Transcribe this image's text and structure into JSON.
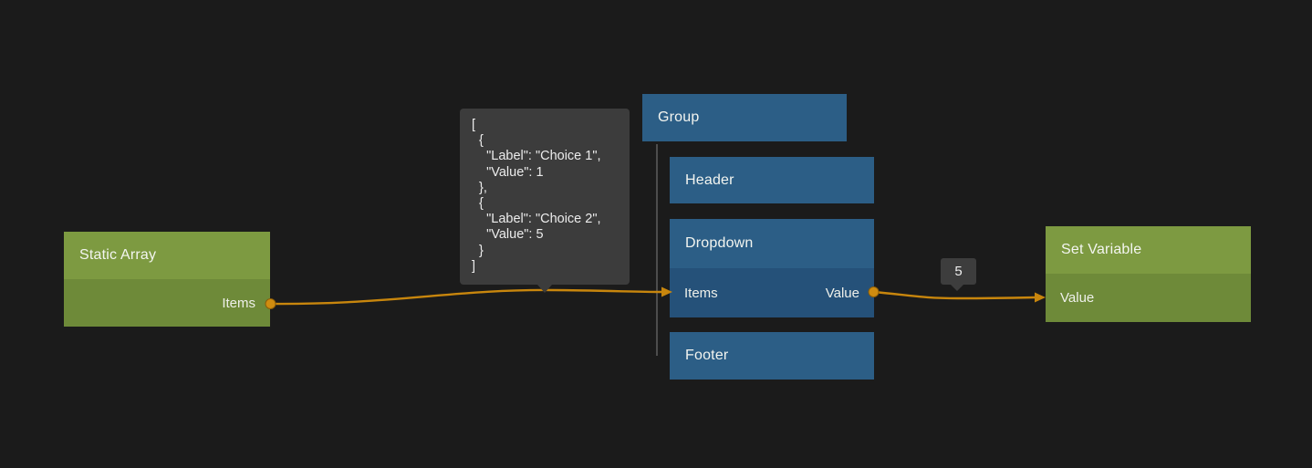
{
  "nodes": {
    "static_array": {
      "title": "Static Array",
      "ports": {
        "output": "Items"
      },
      "header_color": "#7d9a41",
      "body_color": "#6e8a39"
    },
    "group": {
      "title": "Group",
      "color": "#2c5e86"
    },
    "header": {
      "title": "Header",
      "color": "#2c5e86"
    },
    "dropdown": {
      "title": "Dropdown",
      "ports": {
        "input": "Items",
        "output": "Value"
      },
      "header_color": "#2c5e86",
      "body_color": "#255179"
    },
    "footer": {
      "title": "Footer",
      "color": "#2c5e86"
    },
    "set_variable": {
      "title": "Set Variable",
      "ports": {
        "input": "Value"
      },
      "header_color": "#7d9a41",
      "body_color": "#6e8a39"
    }
  },
  "tooltip": {
    "text": "[\n  {\n    \"Label\": \"Choice 1\",\n    \"Value\": 1\n  },\n  {\n    \"Label\": \"Choice 2\",\n    \"Value\": 5\n  }\n]"
  },
  "wire_value_badge": {
    "text": "5"
  },
  "colors": {
    "background": "#1b1b1b",
    "wire": "#c8860d",
    "port": "#cf8c10",
    "tooltip_bg": "#3c3c3c",
    "group_line": "#4d4d4d"
  }
}
